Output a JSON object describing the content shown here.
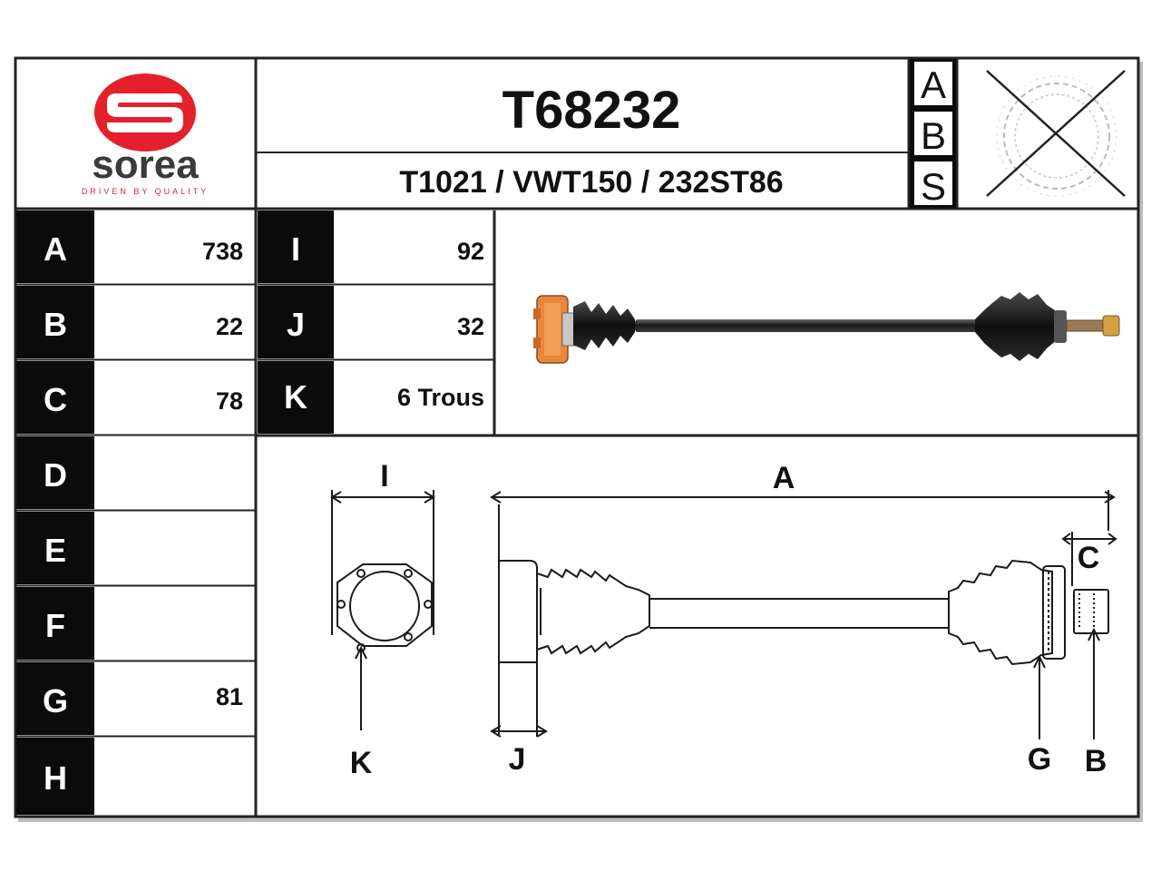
{
  "brand": {
    "name": "sorea",
    "tagline": "DRIVEN BY QUALITY",
    "logo_color": "#e4202c",
    "text_color": "#3a3a3a"
  },
  "product": {
    "part_number": "T68232",
    "cross_references": "T1021 / VWT150 / 232ST86"
  },
  "abs_block": {
    "letters": [
      "A",
      "B",
      "S"
    ],
    "icon": "abs-ring-crossed-icon",
    "has_abs": false
  },
  "specs_left": [
    {
      "key": "A",
      "value": "738"
    },
    {
      "key": "B",
      "value": "22"
    },
    {
      "key": "C",
      "value": "78"
    },
    {
      "key": "D",
      "value": ""
    },
    {
      "key": "E",
      "value": ""
    },
    {
      "key": "F",
      "value": ""
    },
    {
      "key": "G",
      "value": "81"
    },
    {
      "key": "H",
      "value": ""
    }
  ],
  "specs_right": [
    {
      "key": "I",
      "value": "92"
    },
    {
      "key": "J",
      "value": "32"
    },
    {
      "key": "K",
      "value": "6 Trous"
    }
  ],
  "diagram": {
    "labels": {
      "I": "I",
      "A": "A",
      "C": "C",
      "K": "K",
      "J": "J",
      "G": "G",
      "B": "B"
    }
  },
  "colors": {
    "key_cell_bg": "#0b0b0b",
    "key_cell_text": "#ffffff",
    "border": "#222222",
    "flange_orange": "#e9873a"
  }
}
